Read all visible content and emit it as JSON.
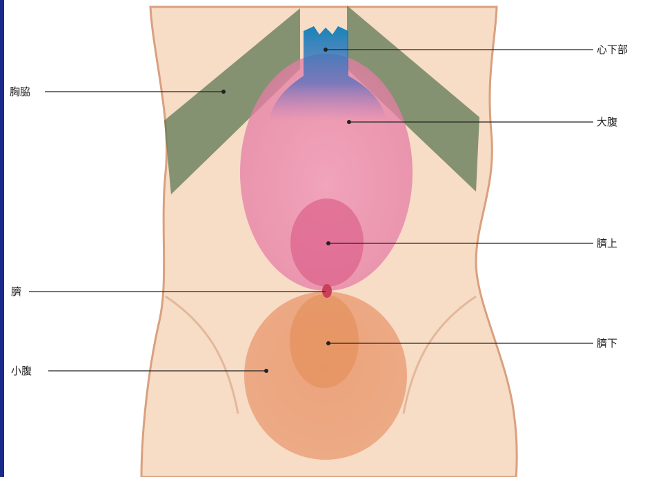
{
  "diagram": {
    "labels": {
      "shinkabu": "心下部",
      "kyokyo": "胸脇",
      "daifuku": "大腹",
      "saijo": "臍上",
      "sai": "臍",
      "saika": "臍下",
      "shofuku": "小腹"
    },
    "colors": {
      "skin": "#f7dcc6",
      "skin_outline": "#d9a07e",
      "kyokyo_band": "#5f7a55",
      "shinkabu_region": "#1e8fc0",
      "daifuku_region": "#e88bb0",
      "saijo_region": "#d8507f",
      "saika_region": "#e7925a",
      "shofuku_region": "#eaa07a",
      "leader_line": "#222222"
    }
  }
}
